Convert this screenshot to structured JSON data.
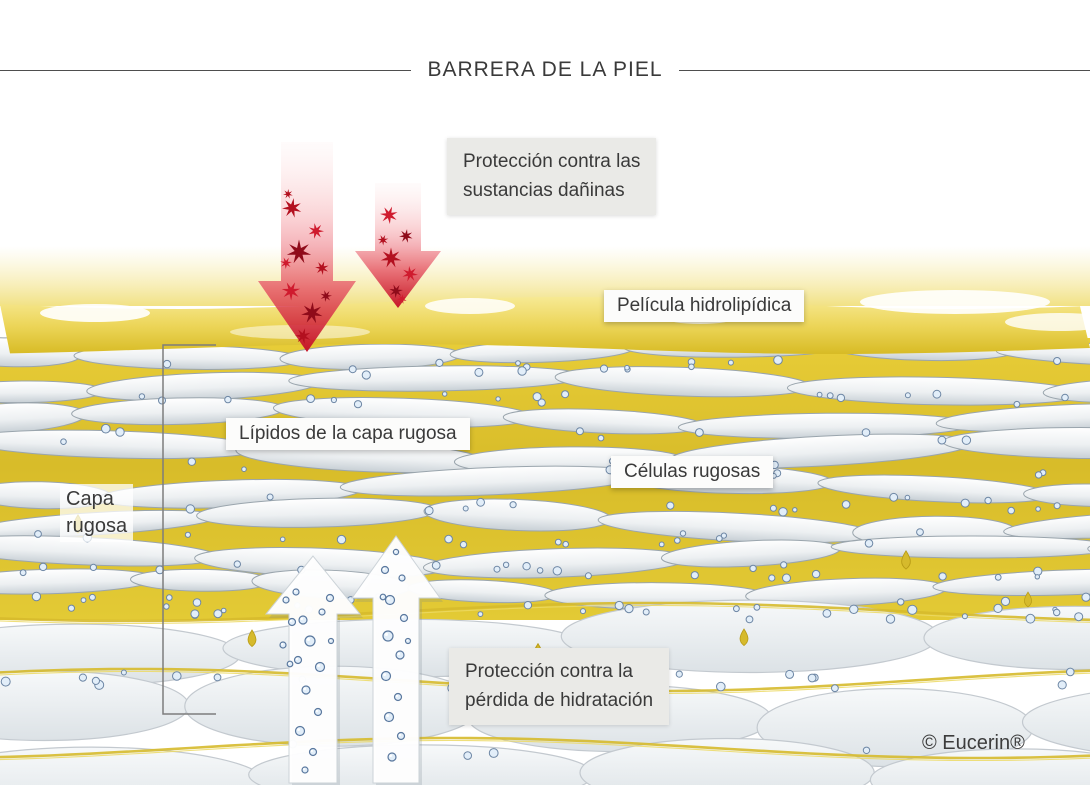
{
  "title": "BARRERA DE LA PIEL",
  "labels": {
    "protection_harmful": {
      "line1": "Protección contra las",
      "line2": "sustancias dañinas"
    },
    "hydrolipid_film": "Película hidrolipídica",
    "lipids": "Lípidos de la capa rugosa",
    "horny_cells": "Células rugosas",
    "horny_layer": {
      "line1": "Capa",
      "line2": "rugosa"
    },
    "protection_moisture": {
      "line1": "Protección contra la",
      "line2": "pérdida de hidratación"
    }
  },
  "copyright": "© Eucerin®",
  "colors": {
    "gold": "#d6ba2c",
    "gold_light": "#f2e27f",
    "red": "#c41226",
    "red_light": "#f6b9bd",
    "bubble_stroke": "#5a789e",
    "bubble_fill": "#e2eef9",
    "cell_stroke": "#9aa5ad",
    "cell_fill": "#eef1f3",
    "box_gray": "#eaeae7",
    "text": "#3a3a3a"
  }
}
